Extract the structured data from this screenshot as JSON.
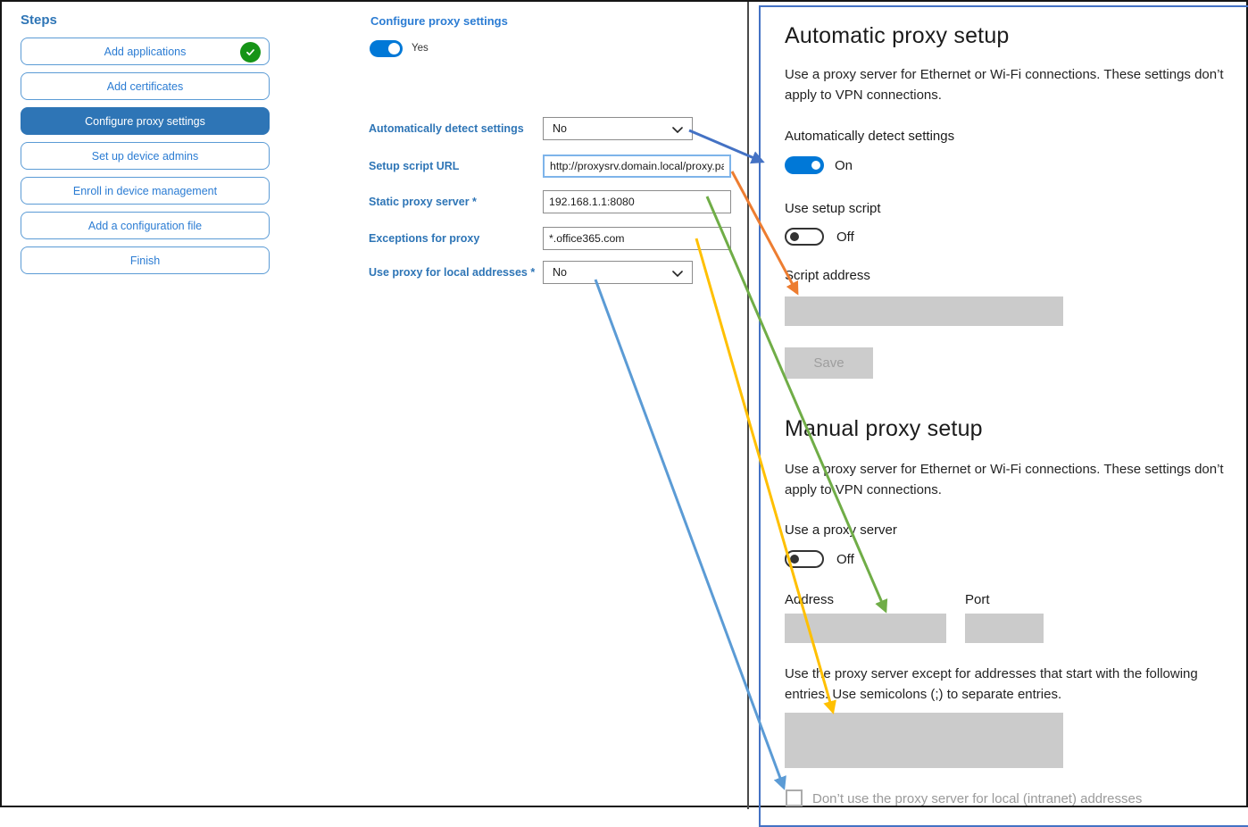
{
  "sidebar": {
    "title": "Steps",
    "items": [
      {
        "label": "Add applications",
        "state": "completed"
      },
      {
        "label": "Add certificates",
        "state": "normal"
      },
      {
        "label": "Configure proxy settings",
        "state": "selected"
      },
      {
        "label": "Set up device admins",
        "state": "normal"
      },
      {
        "label": "Enroll in device management",
        "state": "normal"
      },
      {
        "label": "Add a configuration file",
        "state": "normal"
      },
      {
        "label": "Finish",
        "state": "normal"
      }
    ]
  },
  "form": {
    "title": "Configure proxy settings",
    "enabled_toggle": {
      "state": "on",
      "label": "Yes"
    },
    "fields": [
      {
        "label": "Automatically detect settings",
        "type": "dropdown",
        "value": "No"
      },
      {
        "label": "Setup script URL",
        "type": "text",
        "value": "http://proxysrv.domain.local/proxy.pa"
      },
      {
        "label": "Static proxy server *",
        "type": "text",
        "value": "192.168.1.1:8080"
      },
      {
        "label": "Exceptions for proxy",
        "type": "text",
        "value": "*.office365.com"
      },
      {
        "label": "Use proxy for local addresses *",
        "type": "dropdown",
        "value": "No"
      }
    ]
  },
  "settings_panel": {
    "automatic": {
      "heading": "Automatic proxy setup",
      "description": "Use a proxy server for Ethernet or Wi-Fi connections. These settings don’t apply to VPN connections.",
      "detect_label": "Automatically detect settings",
      "detect_state": "On",
      "script_toggle_label": "Use setup script",
      "script_toggle_state": "Off",
      "script_address_label": "Script address",
      "script_address_value": "",
      "save_label": "Save"
    },
    "manual": {
      "heading": "Manual proxy setup",
      "description": "Use a proxy server for Ethernet or Wi-Fi connections. These settings don’t apply to VPN connections.",
      "proxy_toggle_label": "Use a proxy server",
      "proxy_toggle_state": "Off",
      "address_label": "Address",
      "address_value": "",
      "port_label": "Port",
      "port_value": "",
      "exceptions_description": "Use the proxy server except for addresses that start with the following entries. Use semicolons (;) to separate entries.",
      "exceptions_value": "",
      "checkbox_label": "Don’t use the proxy server for local (intranet) addresses",
      "checkbox_checked": false
    }
  },
  "arrows": [
    {
      "name": "detect-settings-mapping",
      "color": "#4472C4"
    },
    {
      "name": "setup-script-url-mapping",
      "color": "#ED7D31"
    },
    {
      "name": "static-proxy-mapping",
      "color": "#70AD47"
    },
    {
      "name": "exceptions-mapping",
      "color": "#FFC000"
    },
    {
      "name": "local-addresses-mapping",
      "color": "#5B9BD5"
    }
  ]
}
